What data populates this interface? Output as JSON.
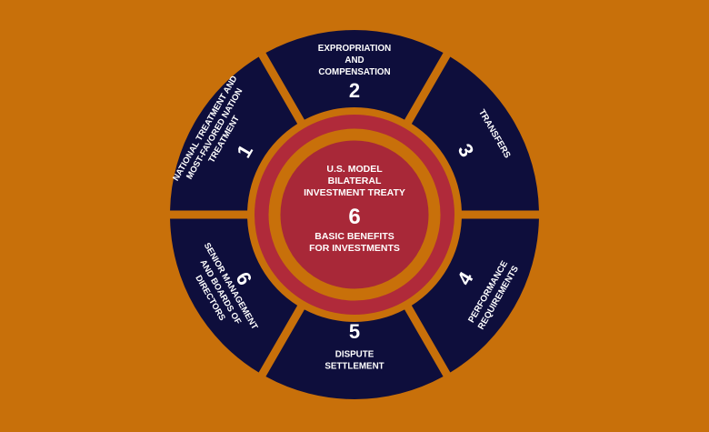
{
  "colors": {
    "background": "#C8700A",
    "segment": "#0E0E3C",
    "ring": "#B02A3A",
    "hub": "#A82838",
    "text": "#FFFFFF"
  },
  "center": {
    "title_lines": [
      "U.S. MODEL",
      "BILATERAL",
      "INVESTMENT TREATY"
    ],
    "number": "6",
    "subtitle_lines": [
      "BASIC BENEFITS",
      "FOR INVESTMENTS"
    ]
  },
  "segments": [
    {
      "id": "seg-2",
      "number": "2",
      "label_lines": [
        "EXPROPRIATION",
        "AND",
        "COMPENSATION"
      ]
    },
    {
      "id": "seg-3",
      "number": "3",
      "label_lines": [
        "TRANSFERS"
      ]
    },
    {
      "id": "seg-4",
      "number": "4",
      "label_lines": [
        "PERFORMANCE",
        "REQUIREMENTS"
      ]
    },
    {
      "id": "seg-5",
      "number": "5",
      "label_lines": [
        "DISPUTE",
        "SETTLEMENT"
      ]
    },
    {
      "id": "seg-6",
      "number": "6",
      "label_lines": [
        "SENIOR MANAGEMENT",
        "AND BOARDS OF",
        "DIRECTORS"
      ]
    },
    {
      "id": "seg-1",
      "number": "1",
      "label_lines": [
        "NATIONAL TREATMENT AND",
        "MOST-FAVORED NATION",
        "TREATMENT"
      ]
    }
  ]
}
